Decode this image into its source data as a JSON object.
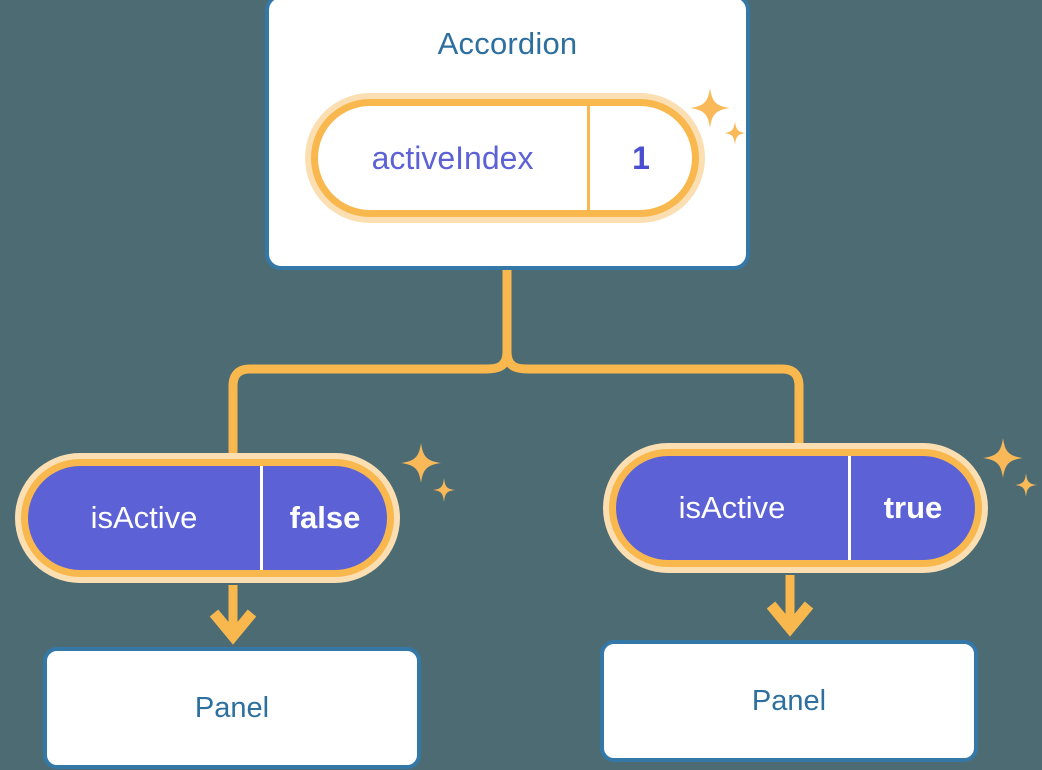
{
  "theme": {
    "background": "#4c6b73",
    "card_border": "#3478a8",
    "card_fill": "#ffffff",
    "heading_text": "#2d6f9e",
    "accent_orange": "#f8b84e",
    "accent_orange_soft": "#fbdfb2",
    "state_purple": "#5c62d6",
    "state_text_light": "#ffffff",
    "root_state_text": "#5c62d6"
  },
  "diagram": {
    "root": {
      "title": "Accordion",
      "state": {
        "key": "activeIndex",
        "value": "1"
      }
    },
    "branches": [
      {
        "state": {
          "key": "isActive",
          "value": "false"
        },
        "child": {
          "title": "Panel"
        }
      },
      {
        "state": {
          "key": "isActive",
          "value": "true"
        },
        "child": {
          "title": "Panel"
        }
      }
    ]
  },
  "icons": {
    "sparkle_large": "sparkle-icon",
    "sparkle_small": "sparkle-icon",
    "arrow": "arrow-down-icon"
  }
}
